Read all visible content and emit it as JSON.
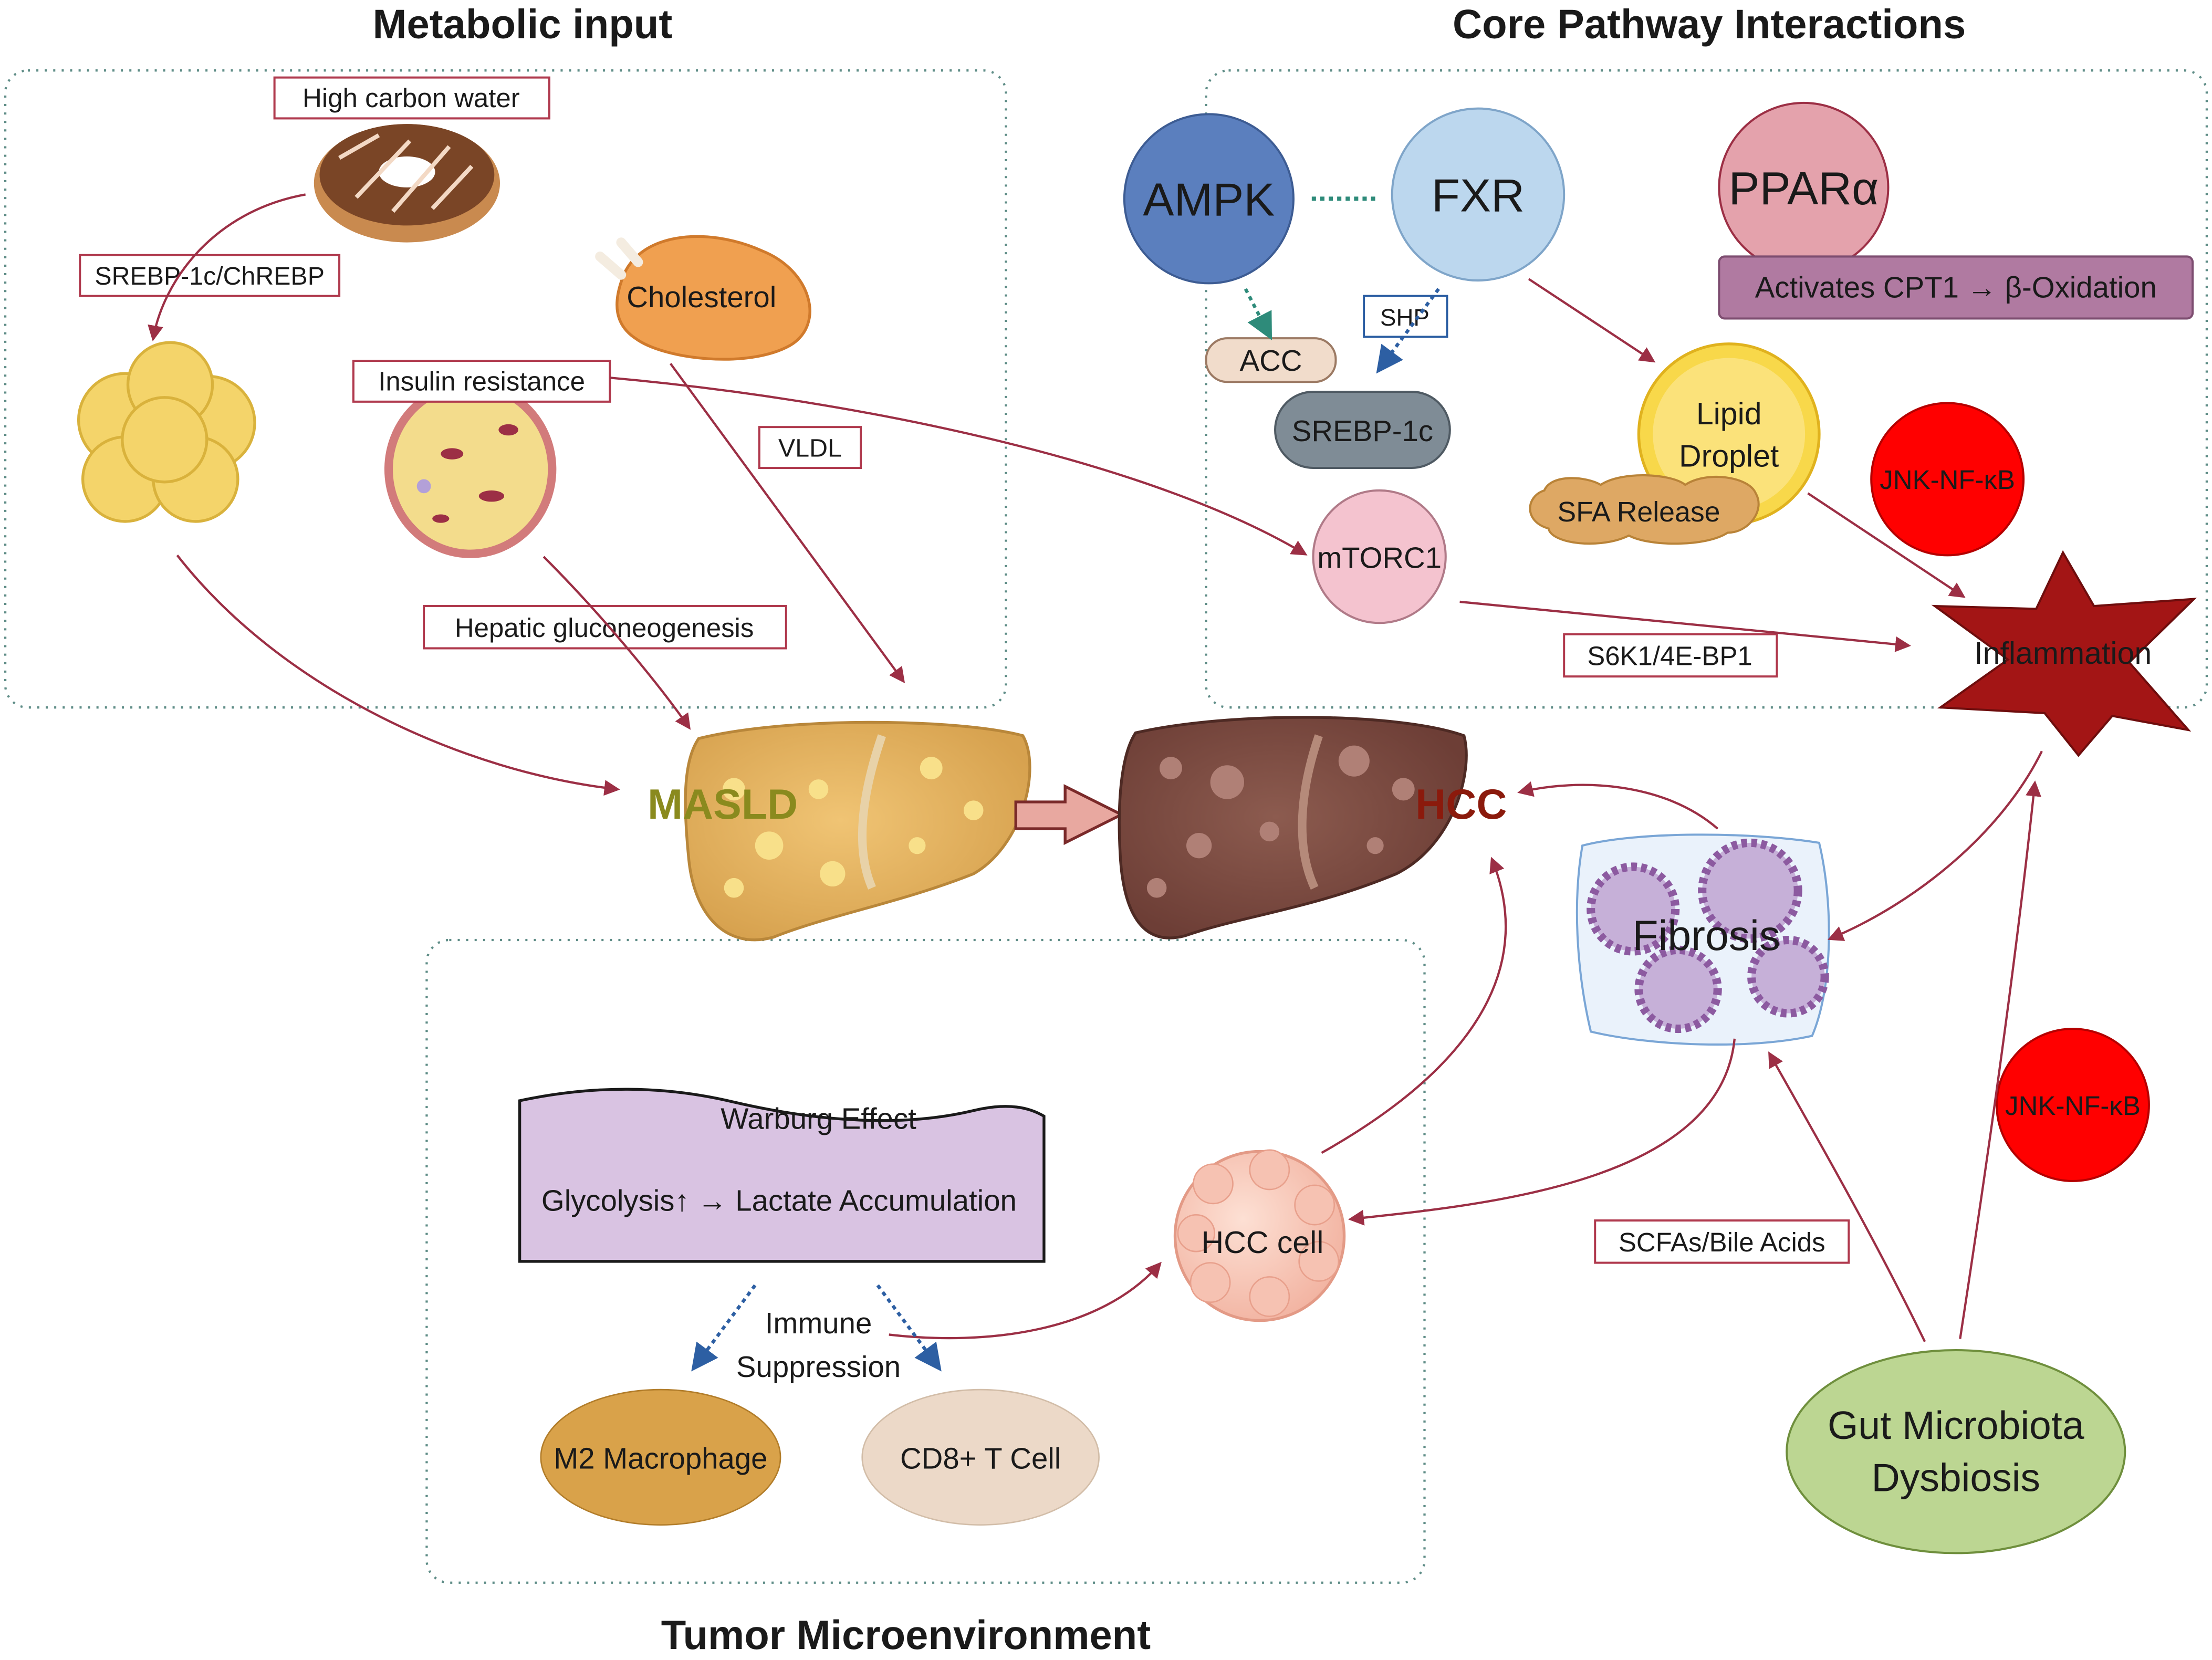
{
  "sections": {
    "metabolic_title": "Metabolic input",
    "core_title": "Core Pathway Interactions",
    "tumor_title": "Tumor Microenvironment"
  },
  "metabolic": {
    "high_carb_label": "High carbon water",
    "srebp_chrebp_label": "SREBP-1c/ChREBP",
    "cholesterol_label": "Cholesterol",
    "insulin_resistance_label": "Insulin resistance",
    "vldl_label": "VLDL",
    "hepatic_gluconeogenesis_label": "Hepatic gluconeogenesis"
  },
  "core": {
    "ampk": "AMPK",
    "fxr": "FXR",
    "ppara": "PPARα",
    "ppara_effect": "Activates CPT1 → β-Oxidation",
    "acc": "ACC",
    "shp": "SHP",
    "srebp1c": "SREBP-1c",
    "lipid_droplet_line1": "Lipid",
    "lipid_droplet_line2": "Droplet",
    "sfa_release": "SFA Release",
    "jnk_nfkb": "JNK-NF-κB",
    "mtorc1": "mTORC1",
    "s6k1": "S6K1/4E-BP1",
    "inflammation": "Inflammation"
  },
  "center": {
    "masld": "MASLD",
    "hcc": "HCC",
    "fibrosis": "Fibrosis",
    "scfas": "SCFAs/Bile Acids",
    "jnk_nfkb_2": "JNK-NF-κB",
    "gut_line1": "Gut Microbiota",
    "gut_line2": "Dysbiosis"
  },
  "tumor": {
    "warburg_title": "Warburg Effect",
    "warburg_detail": "Glycolysis↑ → Lactate Accumulation",
    "immune_line1": "Immune",
    "immune_line2": "Suppression",
    "m2": "M2 Macrophage",
    "cd8": "CD8+ T Cell",
    "hcc_cell": "HCC cell"
  },
  "colors": {
    "arrow": "#9c2f45",
    "label_border": "#b03a4e",
    "ampk": "#5b7fbe",
    "fxr": "#bcd7ee",
    "ppara": "#e4a2ac",
    "ppara_bar": "#b07aa1",
    "jnk": "#ff0000",
    "inflammation": "#a31515",
    "masld_text": "#8a8a1e",
    "hcc_text": "#8b1a0c",
    "warburg_fill": "#d9c3e2",
    "m2_fill": "#d9a24a",
    "cd8_fill": "#ecd9c8",
    "gut_fill": "#bcd692",
    "dash_blue": "#2d5fa3",
    "dash_teal": "#2e8b7a"
  }
}
